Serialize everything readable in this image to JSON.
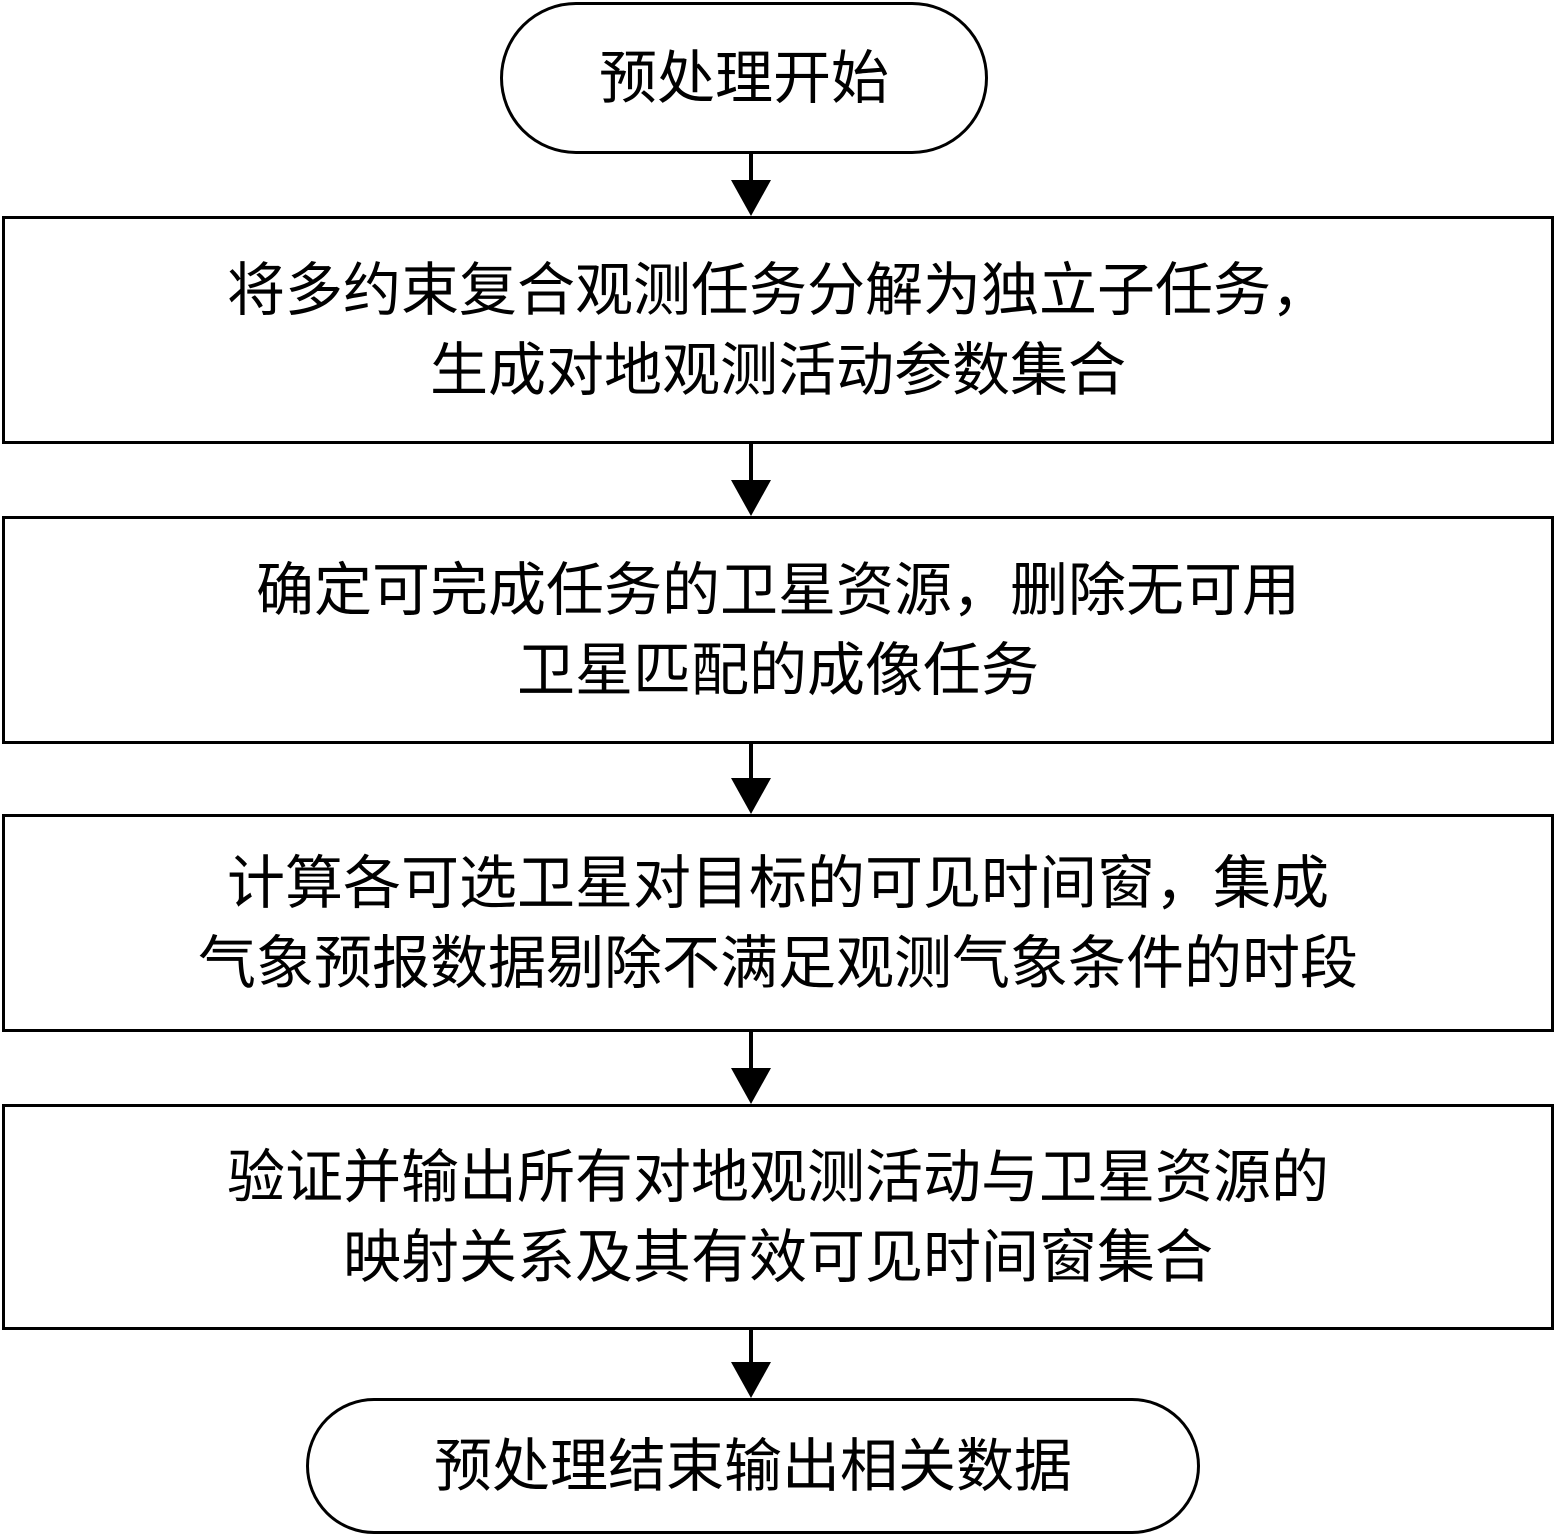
{
  "flowchart": {
    "start": {
      "label": "预处理开始"
    },
    "steps": [
      {
        "lines": [
          "将多约束复合观测任务分解为独立子任务，",
          "生成对地观测活动参数集合"
        ]
      },
      {
        "lines": [
          "确定可完成任务的卫星资源，删除无可用",
          "卫星匹配的成像任务"
        ]
      },
      {
        "lines": [
          "计算各可选卫星对目标的可见时间窗，集成",
          "气象预报数据剔除不满足观测气象条件的时段"
        ]
      },
      {
        "lines": [
          "验证并输出所有对地观测活动与卫星资源的",
          "映射关系及其有效可见时间窗集合"
        ]
      }
    ],
    "end": {
      "label": "预处理结束输出相关数据"
    }
  },
  "colors": {
    "stroke": "#000000",
    "background": "#ffffff"
  }
}
